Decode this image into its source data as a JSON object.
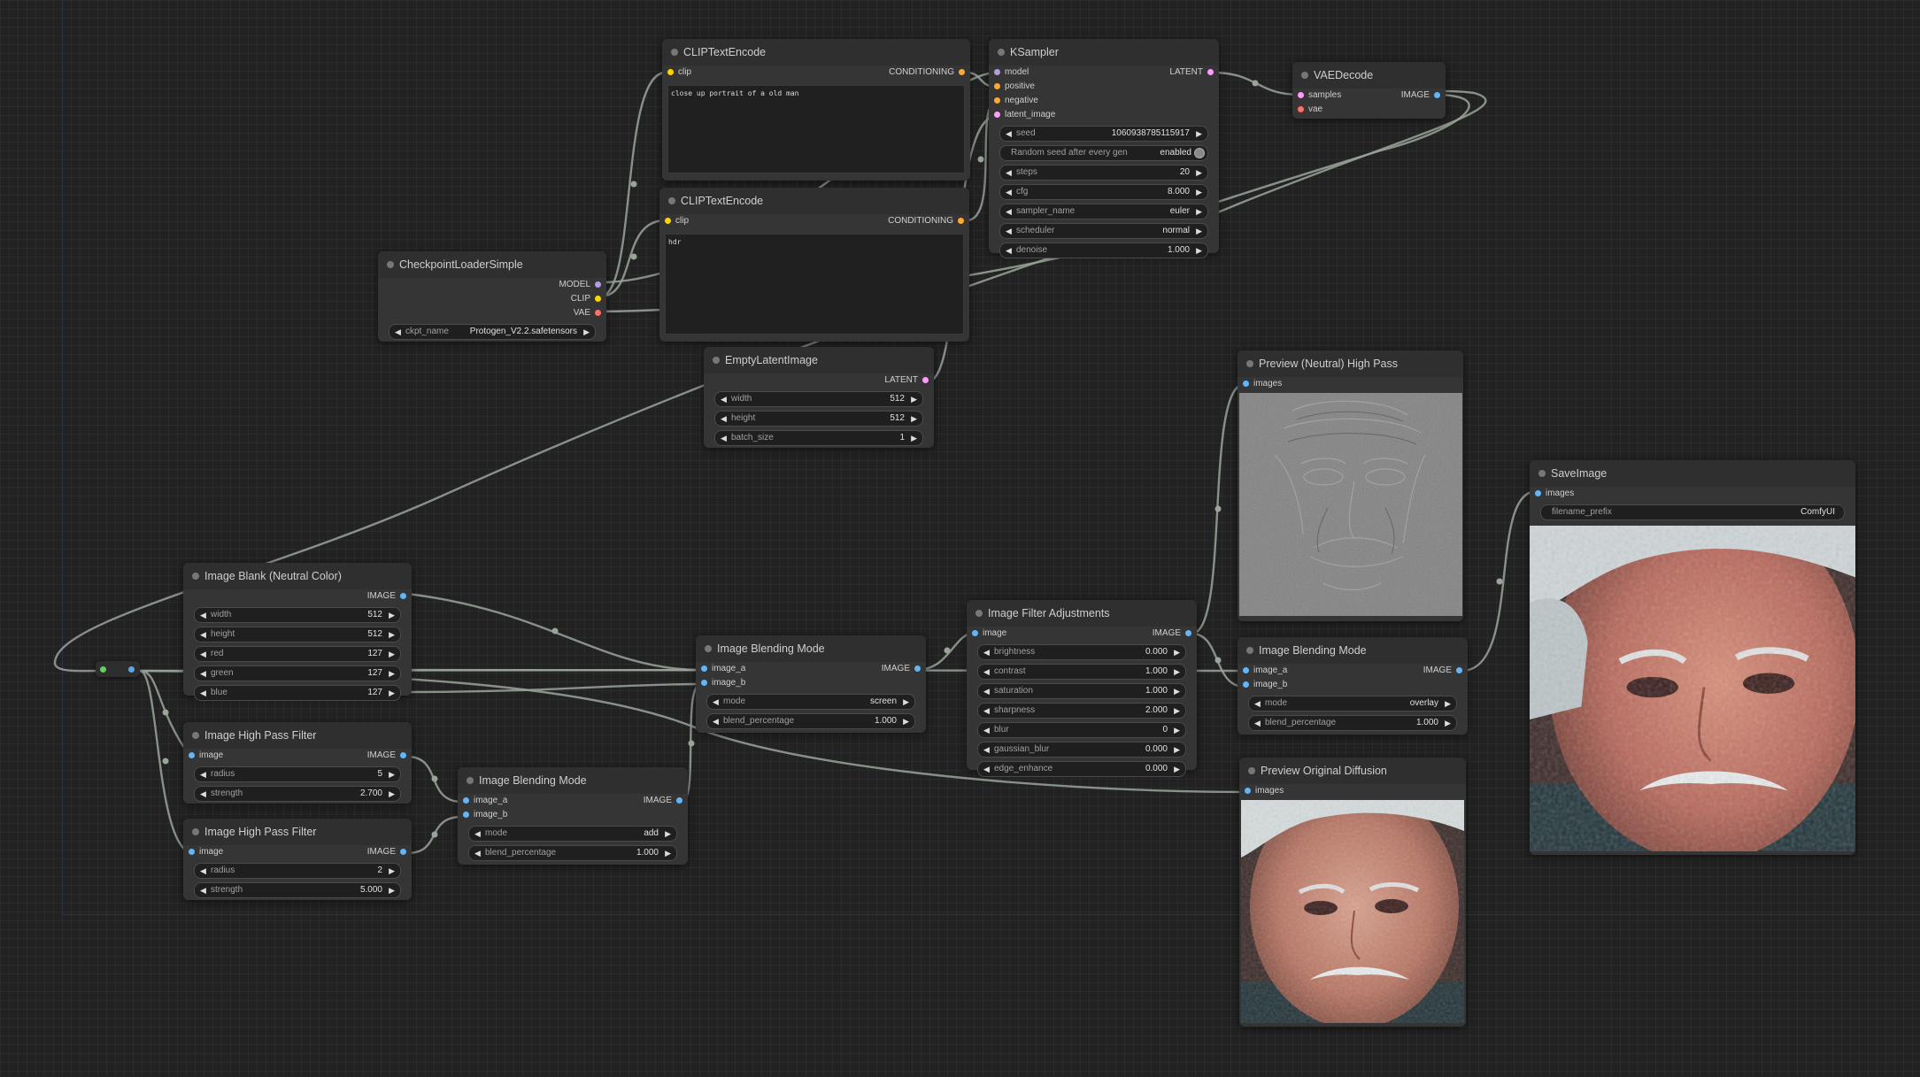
{
  "colors": {
    "socket_model": "#b39ddb",
    "socket_clip": "#ffd500",
    "socket_vae": "#ff6e6e",
    "socket_conditioning": "#ffa931",
    "socket_latent": "#ff9cf9",
    "socket_image": "#64b5f6",
    "link": "#9aa59a"
  },
  "clip_pos": {
    "title": "CLIPTextEncode",
    "input": "clip",
    "output": "CONDITIONING",
    "text": "close up portrait of a old man"
  },
  "clip_neg": {
    "title": "CLIPTextEncode",
    "input": "clip",
    "output": "CONDITIONING",
    "text": "hdr"
  },
  "checkpoint": {
    "title": "CheckpointLoaderSimple",
    "outputs": [
      "MODEL",
      "CLIP",
      "VAE"
    ],
    "ckpt_label": "ckpt_name",
    "ckpt_value": "Protogen_V2.2.safetensors"
  },
  "ksampler": {
    "title": "KSampler",
    "inputs": [
      "model",
      "positive",
      "negative",
      "latent_image"
    ],
    "output": "LATENT",
    "widgets": [
      {
        "label": "seed",
        "value": "1060938785115917"
      },
      {
        "label": "Random seed after every gen",
        "value": "enabled"
      },
      {
        "label": "steps",
        "value": "20"
      },
      {
        "label": "cfg",
        "value": "8.000"
      },
      {
        "label": "sampler_name",
        "value": "euler"
      },
      {
        "label": "scheduler",
        "value": "normal"
      },
      {
        "label": "denoise",
        "value": "1.000"
      }
    ]
  },
  "vaedecode": {
    "title": "VAEDecode",
    "inputs": [
      "samples",
      "vae"
    ],
    "output": "IMAGE"
  },
  "empty_latent": {
    "title": "EmptyLatentImage",
    "output": "LATENT",
    "widgets": [
      {
        "label": "width",
        "value": "512"
      },
      {
        "label": "height",
        "value": "512"
      },
      {
        "label": "batch_size",
        "value": "1"
      }
    ]
  },
  "preview_highpass": {
    "title": "Preview (Neutral) High Pass",
    "input": "images"
  },
  "save_image": {
    "title": "SaveImage",
    "input": "images",
    "prefix_label": "filename_prefix",
    "prefix_value": "ComfyUI"
  },
  "image_blank": {
    "title": "Image Blank (Neutral Color)",
    "output": "IMAGE",
    "widgets": [
      {
        "label": "width",
        "value": "512"
      },
      {
        "label": "height",
        "value": "512"
      },
      {
        "label": "red",
        "value": "127"
      },
      {
        "label": "green",
        "value": "127"
      },
      {
        "label": "blue",
        "value": "127"
      }
    ]
  },
  "highpass1": {
    "title": "Image High Pass Filter",
    "input": "image",
    "output": "IMAGE",
    "widgets": [
      {
        "label": "radius",
        "value": "5"
      },
      {
        "label": "strength",
        "value": "2.700"
      }
    ]
  },
  "highpass2": {
    "title": "Image High Pass Filter",
    "input": "image",
    "output": "IMAGE",
    "widgets": [
      {
        "label": "radius",
        "value": "2"
      },
      {
        "label": "strength",
        "value": "5.000"
      }
    ]
  },
  "blend_add": {
    "title": "Image Blending Mode",
    "inputs": [
      "image_a",
      "image_b"
    ],
    "output": "IMAGE",
    "widgets": [
      {
        "label": "mode",
        "value": "add"
      },
      {
        "label": "blend_percentage",
        "value": "1.000"
      }
    ]
  },
  "blend_screen": {
    "title": "Image Blending Mode",
    "inputs": [
      "image_a",
      "image_b"
    ],
    "output": "IMAGE",
    "widgets": [
      {
        "label": "mode",
        "value": "screen"
      },
      {
        "label": "blend_percentage",
        "value": "1.000"
      }
    ]
  },
  "filter_adj": {
    "title": "Image Filter Adjustments",
    "input": "image",
    "output": "IMAGE",
    "widgets": [
      {
        "label": "brightness",
        "value": "0.000"
      },
      {
        "label": "contrast",
        "value": "1.000"
      },
      {
        "label": "saturation",
        "value": "1.000"
      },
      {
        "label": "sharpness",
        "value": "2.000"
      },
      {
        "label": "blur",
        "value": "0"
      },
      {
        "label": "gaussian_blur",
        "value": "0.000"
      },
      {
        "label": "edge_enhance",
        "value": "0.000"
      }
    ]
  },
  "blend_overlay": {
    "title": "Image Blending Mode",
    "inputs": [
      "image_a",
      "image_b"
    ],
    "output": "IMAGE",
    "widgets": [
      {
        "label": "mode",
        "value": "overlay"
      },
      {
        "label": "blend_percentage",
        "value": "1.000"
      }
    ]
  },
  "preview_original": {
    "title": "Preview Original Diffusion",
    "input": "images"
  }
}
